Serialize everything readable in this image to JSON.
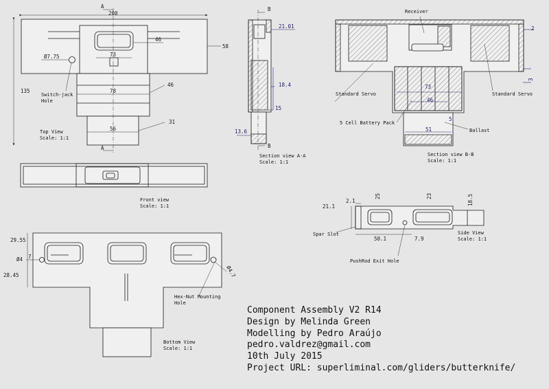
{
  "views": {
    "top": {
      "title": "Top View",
      "scale": "Scale: 1:1",
      "section_mark": "A",
      "dims": {
        "d200": "200",
        "d46": "46",
        "d73": "73",
        "d58": "58",
        "d135": "135",
        "d78": "78",
        "d46b": "46",
        "d56": "56",
        "d31": "31",
        "d_phi": "Ø7.75"
      },
      "callout": "Switch-jack Hole"
    },
    "front": {
      "title": "Front view",
      "scale": "Scale:  1:1"
    },
    "bottom": {
      "title": "Bottom View",
      "scale": "Scale: 1:1",
      "dims": {
        "d2955": "29.55",
        "d2845": "28.45",
        "d4": "Ø4",
        "d7": "7",
        "d47": "Ø4.7"
      },
      "callout": "Hex-Nut Mounting Hole"
    },
    "section_aa": {
      "title": "Section view A-A",
      "scale": "Scale: 1:1",
      "mark": "B",
      "dims": {
        "d2101": "21.01",
        "d184": "18.4",
        "d15": "15",
        "d136": "13.6"
      }
    },
    "section_bb": {
      "title": "Section view B-B",
      "scale": "Scale: 1:1",
      "labels": {
        "receiver": "Receiver",
        "servo_l": "Standard Servo",
        "servo_r": "Standard Servo",
        "battery": "5 Cell Battery Pack",
        "ballast": "Ballast"
      },
      "dims": {
        "d2": "2",
        "d3": "3",
        "d73": "73",
        "d46": "46",
        "d51": "51",
        "d5": "5"
      }
    },
    "side": {
      "title": "Side View",
      "scale": "Scale: 1:1",
      "labels": {
        "spar": "Spar Slot",
        "pushrod": "PushRod Exit Hole"
      },
      "dims": {
        "d211": "21.1",
        "d21": "2.1",
        "d25": "25",
        "d23": "23",
        "d185": "18.5",
        "d501": "50.1",
        "d79": "7.9"
      }
    }
  },
  "title_block": {
    "line1": "Component Assembly V2 R14",
    "line2": "Design by Melinda Green",
    "line3": "Modelling by Pedro Araújo",
    "line4": "pedro.valdrez@gmail.com",
    "line5": "10th July 2015",
    "line6": "Project URL:  superliminal.com/gliders/butterknife/"
  },
  "colors": {
    "background": "#e6e6e6",
    "line": "#1a1a1a",
    "dimension_blue": "#24246e"
  }
}
